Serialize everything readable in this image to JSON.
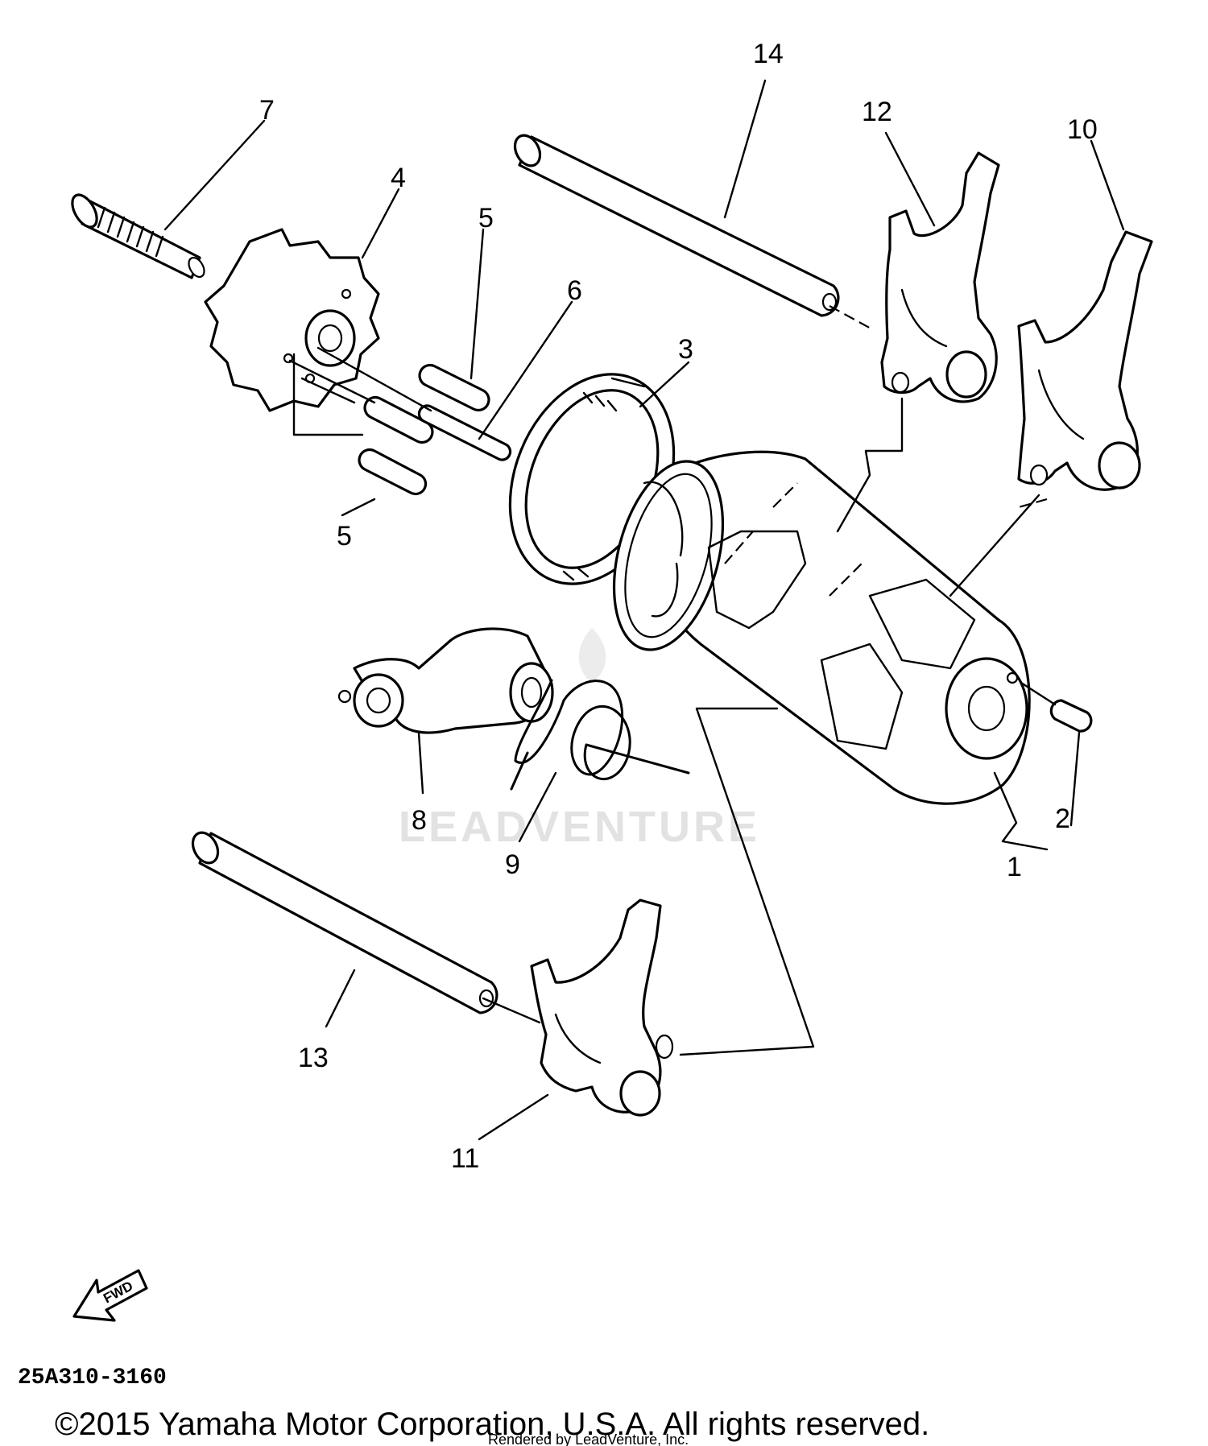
{
  "callouts": {
    "c1": "1",
    "c2": "2",
    "c3": "3",
    "c4": "4",
    "c5a": "5",
    "c5b": "5",
    "c6": "6",
    "c7": "7",
    "c8": "8",
    "c9": "9",
    "c10": "10",
    "c11": "11",
    "c12": "12",
    "c13": "13",
    "c14": "14"
  },
  "diagram_code": "25A310-3160",
  "fwd_label": "FWD",
  "watermark": "LEADVENTURE",
  "copyright": "©2015 Yamaha Motor Corporation, U.S.A. All rights reserved.",
  "rendered_by": "Rendered by LeadVenture, Inc."
}
